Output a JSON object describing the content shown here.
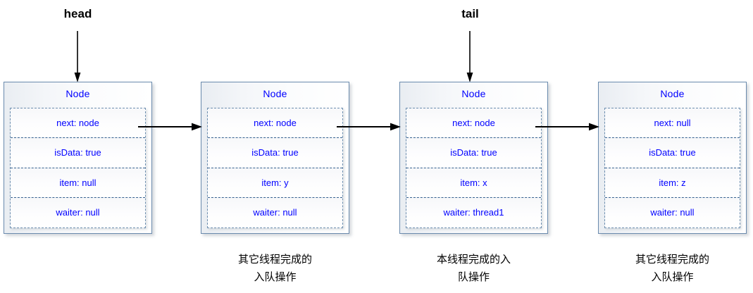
{
  "diagram": {
    "title_labels": {
      "head": "head",
      "tail": "tail"
    },
    "node_title": "Node",
    "nodes": [
      {
        "id": "node-1",
        "title": "Node",
        "fields": [
          "next: node",
          "isData: true",
          "item: null",
          "waiter: null"
        ],
        "caption": []
      },
      {
        "id": "node-2",
        "title": "Node",
        "fields": [
          "next: node",
          "isData: true",
          "item: y",
          "waiter: null"
        ],
        "caption": [
          "其它线程完成的",
          "入队操作"
        ]
      },
      {
        "id": "node-3",
        "title": "Node",
        "fields": [
          "next: node",
          "isData: true",
          "item: x",
          "waiter: thread1"
        ],
        "caption": [
          "本线程完成的入",
          "队操作"
        ]
      },
      {
        "id": "node-4",
        "title": "Node",
        "fields": [
          "next: null",
          "isData: true",
          "item: z",
          "waiter: null"
        ],
        "caption": [
          "其它线程完成的",
          "入队操作"
        ]
      }
    ],
    "colors": {
      "field_text": "#0000ff",
      "node_border": "#6a8aad",
      "dashed_border": "#35618f",
      "arrow": "#000000",
      "caption_text": "#000000"
    }
  }
}
